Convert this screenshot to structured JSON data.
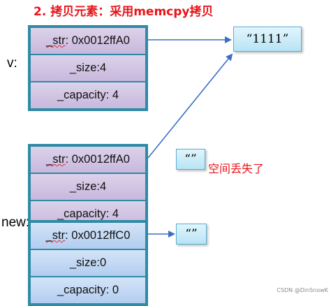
{
  "title": "2. 拷贝元素：采用memcpy拷贝",
  "labels": {
    "v": "v:",
    "new": "new:"
  },
  "blocks": {
    "v": {
      "str": {
        "name": "_str",
        "value": ": 0x0012ffA0"
      },
      "size": "_size:4",
      "capacity": "_capacity: 4"
    },
    "copy": {
      "str": {
        "name": "_str",
        "value": ": 0x0012ffA0"
      },
      "size": "_size:4",
      "capacity": "_capacity: 4"
    },
    "new": {
      "str": {
        "name": "_str",
        "value": ": 0x0012ffC0"
      },
      "size": "_size:0",
      "capacity": "_capacity: 0"
    }
  },
  "strings": {
    "top": "“1111”",
    "middle": "“”",
    "bottom": "“”"
  },
  "note": "空间丢失了",
  "watermark": "CSDN @DinSnowK",
  "colors": {
    "title": "#e8141b",
    "border": "#2f8aa6",
    "arrow": "#3a6fc4"
  }
}
